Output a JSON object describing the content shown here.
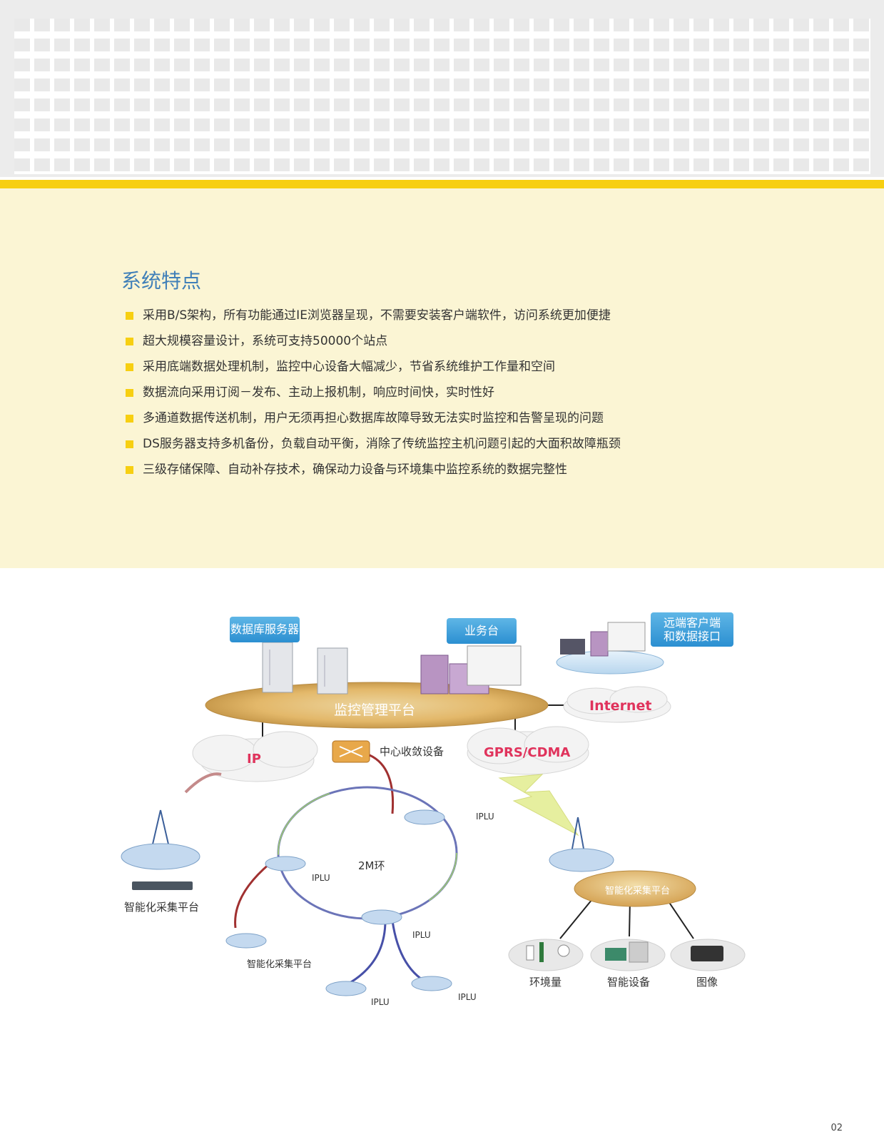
{
  "features": {
    "title": "系统特点",
    "items": [
      "采用B/S架构，所有功能通过IE浏览器呈现，不需要安装客户端软件，访问系统更加便捷",
      "超大规模容量设计，系统可支持50000个站点",
      "采用底端数据处理机制，监控中心设备大幅减少，节省系统维护工作量和空间",
      "数据流向采用订阅－发布、主动上报机制，响应时间快，实时性好",
      "多通道数据传送机制，用户无须再担心数据库故障导致无法实时监控和告警呈现的问题",
      "DS服务器支持多机备份，负载自动平衡，消除了传统监控主机问题引起的大面积故障瓶颈",
      "三级存储保障、自动补存技术，确保动力设备与环境集中监控系统的数据完整性"
    ]
  },
  "diagram": {
    "db_server": "数据库服务器",
    "business_desk": "业务台",
    "remote_client": "远端客户端\n和数据接口",
    "platform": "监控管理平台",
    "internet": "Internet",
    "ip": "IP",
    "center_device": "中心收敛设备",
    "gprs": "GPRS/CDMA",
    "ring": "2M环",
    "iplu1": "IPLU",
    "iplu2": "IPLU",
    "iplu3": "IPLU",
    "iplu4": "IPLU",
    "iplu5": "IPLU",
    "acq_left": "智能化采集平台",
    "acq_ring": "智能化采集平台",
    "acq_right": "智能化采集平台",
    "env": "环境量",
    "smart_dev": "智能设备",
    "image": "图像"
  },
  "page_number": "02",
  "colors": {
    "accent_yellow": "#f7cf11",
    "panel_bg": "#fbf5d4",
    "title_blue": "#3f7fb8",
    "red_text": "#e0335c"
  }
}
